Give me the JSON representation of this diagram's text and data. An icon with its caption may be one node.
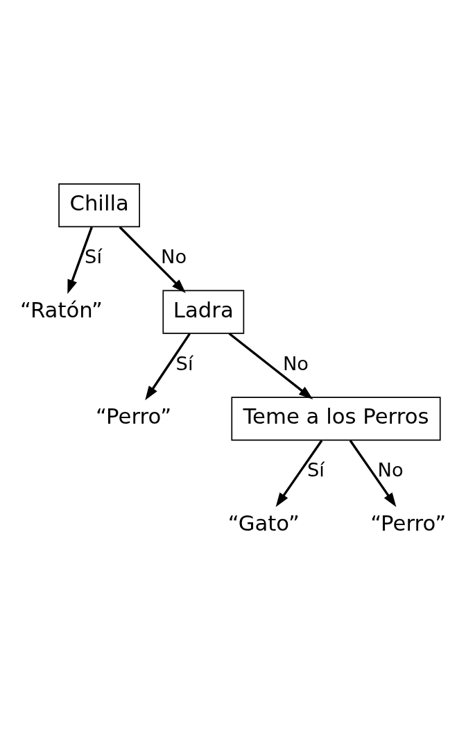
{
  "diagram": {
    "nodes": [
      {
        "text": [
          "Chilla"
        ]
      },
      {
        "text": [
          "“Ratón”"
        ]
      },
      {
        "text": [
          "Ladra"
        ]
      },
      {
        "text": [
          "“Perro”"
        ]
      },
      {
        "text": [
          "Teme a los Perros"
        ]
      },
      {
        "text": [
          "“Gato”"
        ]
      },
      {
        "text": [
          "“Perro”"
        ]
      }
    ],
    "edges": [
      {
        "from": 0,
        "to": 1,
        "arrow": "to",
        "label": "Sí"
      },
      {
        "from": 0,
        "to": 2,
        "arrow": "to",
        "label": "No"
      },
      {
        "from": 2,
        "to": 3,
        "arrow": "to",
        "label": "Sí"
      },
      {
        "from": 2,
        "to": 4,
        "arrow": "to",
        "label": "No"
      },
      {
        "from": 4,
        "to": 5,
        "arrow": "to",
        "label": "Sí"
      },
      {
        "from": 4,
        "to": 6,
        "arrow": "to",
        "label": "No"
      }
    ]
  }
}
